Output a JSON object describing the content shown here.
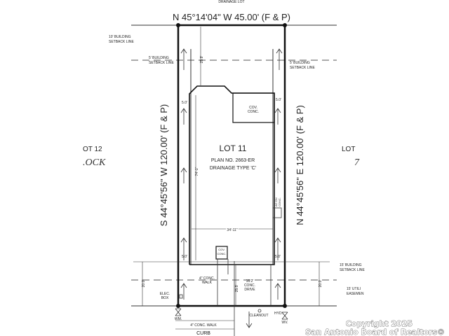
{
  "header": {
    "drainage_lot": "DRAINAGE LOT"
  },
  "boundaries": {
    "north": "N 45°14'04\" W 45.00' (F & P)",
    "west": "S 44°45'56\" W 120.00' (F & P)",
    "east": "N 44°45'56\" E 120.00' (F & P)"
  },
  "lot": {
    "name": "LOT 11",
    "plan": "PLAN NO. 2663-ER",
    "drainage": "DRAINAGE TYPE 'C'"
  },
  "neighbors": {
    "left_lot": "OT 12",
    "left_block": ".OCK",
    "right_lot": "LOT ",
    "right_block": "7"
  },
  "setbacks": {
    "ten_ft_1": "10' BUILDING",
    "ten_ft_2": "SETBACK LINE",
    "five_ft_left_1": "5' BUILDING",
    "five_ft_left_2": "SETBACK LINE",
    "five_ft_right_1": "5' BUILDING",
    "five_ft_right_2": "SETBACK LINE",
    "fifteen_ft_1": "15' BUILDING",
    "fifteen_ft_2": "SETBACK LINE",
    "easement_1": "15' UTILI",
    "easement_2": "EASEMEN"
  },
  "dimensions": {
    "front_depth": "25.9'",
    "side_left_top": "5.0'",
    "side_right_top": "5.0'",
    "house_depth": "74'-1\"",
    "house_width": "34'-11\"",
    "side_left_bottom": "5.0'",
    "side_right_bottom": "5.0'",
    "rear_left": "20.0'",
    "rear_right": "20.0'",
    "drive_length": "25.5'"
  },
  "features": {
    "cov_conc_1": "COV.",
    "cov_conc_2": "CONC.",
    "ac_1": "AC ON",
    "ac_2": "CONC.",
    "cov_conc_rear_1": "COV.",
    "cov_conc_rear_2": "CONC.",
    "walk_1": "4\" CONC.",
    "walk_2": "WALK",
    "drive_1": "16.2'",
    "drive_2": "CONC.",
    "drive_3": "DRIVE",
    "elec_1": "ELEC.",
    "elec_2": "BOX",
    "wm": "WM.",
    "wv": "WV.",
    "hyd": "HYD.",
    "cleanout": "CLEANOUT",
    "street_walk": "4\" CONC. WALK",
    "curb": "CURB"
  },
  "watermark": {
    "line1": "Copyright 2025",
    "line2": "San Antonio Board of Realtors®"
  }
}
